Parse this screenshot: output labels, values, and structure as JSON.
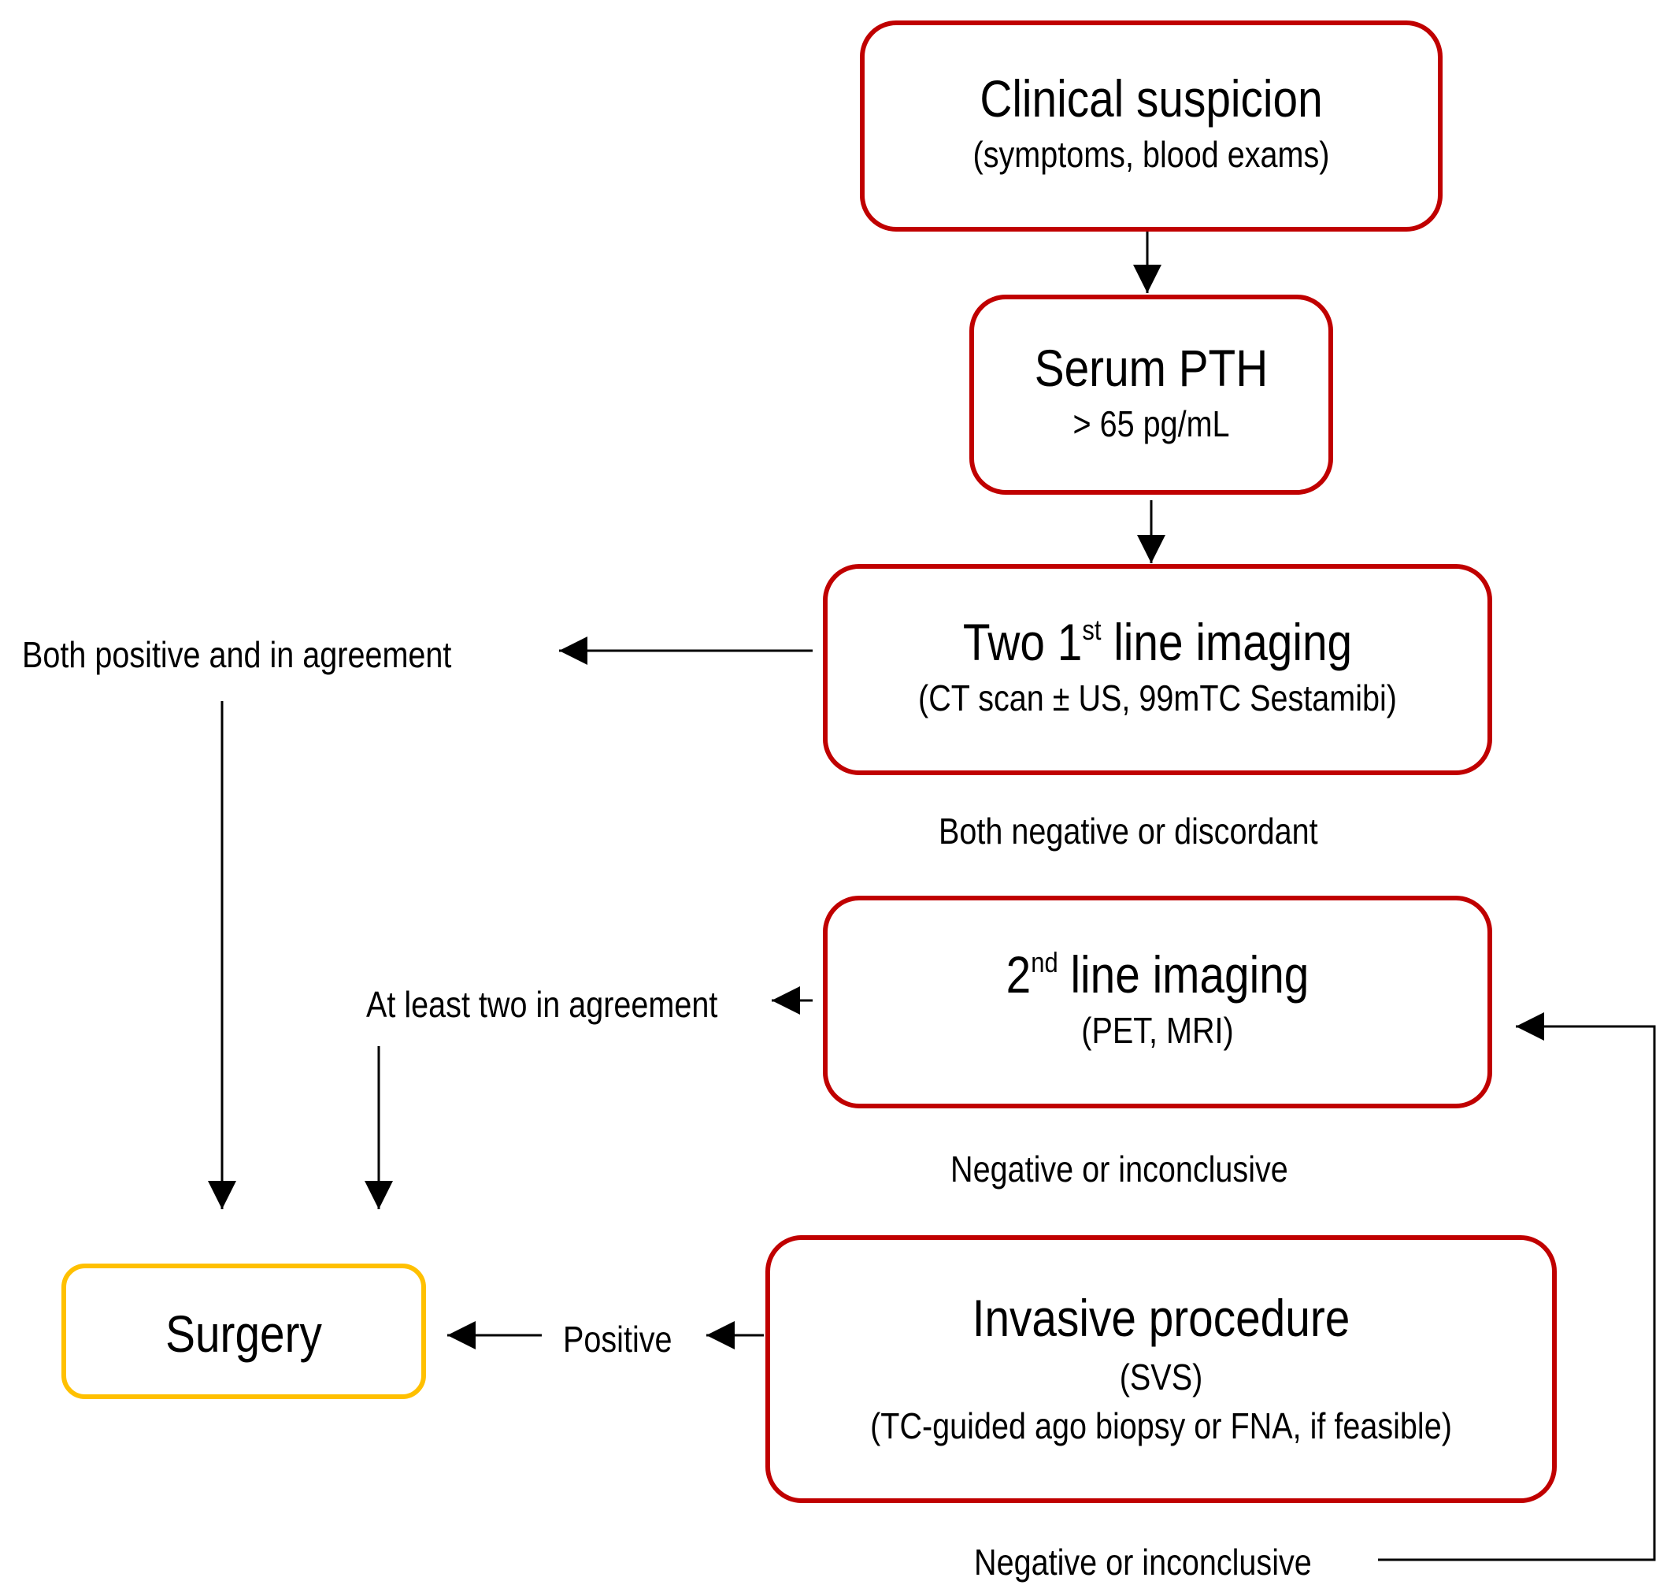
{
  "nodes": {
    "clinical": {
      "title": "Clinical suspicion",
      "subtitle": "(symptoms, blood exams)"
    },
    "pth": {
      "title": "Serum PTH",
      "subtitle": "> 65 pg/mL"
    },
    "first_line": {
      "title_pre": "Two 1",
      "title_sup": "st",
      "title_post": " line imaging",
      "subtitle": "(CT scan ± US, 99mTC Sestamibi)"
    },
    "second_line": {
      "title_pre": "2",
      "title_sup": "nd",
      "title_post": " line imaging",
      "subtitle": "(PET, MRI)"
    },
    "invasive": {
      "title": "Invasive procedure",
      "subtitle": "(SVS)",
      "subtitle2": "(TC-guided ago biopsy or FNA, if feasible)"
    },
    "surgery": {
      "title": "Surgery"
    }
  },
  "labels": {
    "both_positive": "Both positive and in agreement",
    "both_negative": "Both negative or discordant",
    "at_least_two": "At least two in agreement",
    "negative_1": "Negative or inconclusive",
    "positive": "Positive",
    "negative_2": "Negative or inconclusive"
  },
  "colors": {
    "box_border": "#c00000",
    "surgery_border": "#ffc000",
    "arrow": "#000000"
  }
}
